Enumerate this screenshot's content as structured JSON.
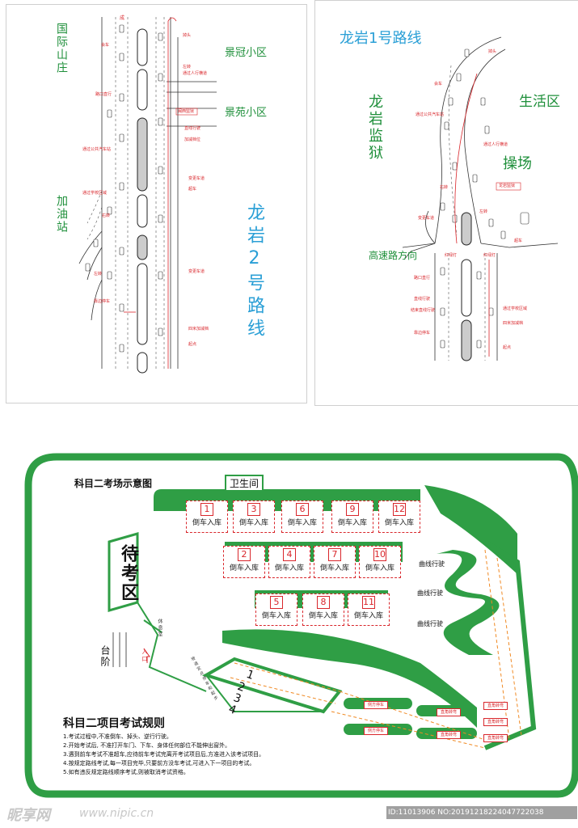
{
  "route2": {
    "labels": {
      "shan_zhuang": "国际山庄",
      "jing_guan": "景冠小区",
      "jing_yuan": "景苑小区",
      "jia_you_zhan": "加油站",
      "title": "龙岩2号路线"
    },
    "red_marks": {
      "cheng": "成",
      "hui_che": "会车",
      "diao_tou": "掉头",
      "zuo_zhuan": "左转",
      "ren_xing": "通过人行横道",
      "lu_kou_zhi_xing": "路口直行",
      "gong_jiao": "通过公共汽车站",
      "xue_xiao": "通过学校区域",
      "you_zhuan": "右转",
      "zhi_xian": "直线行驶",
      "jia_jian": "加减档位",
      "bian_geng": "变更车道",
      "chao_che": "超车",
      "kao_bian": "靠边停车",
      "si_mi": "四米加减档",
      "qi_dian": "起点",
      "jing_xi": "闽西监狱"
    }
  },
  "route1": {
    "labels": {
      "title": "龙岩1号路线",
      "prison": "龙岩监狱",
      "living": "生活区",
      "playground": "操场",
      "highway": "高速路方向"
    },
    "red_marks": {
      "diao_tou": "掉头",
      "hui_che": "会车",
      "gong_jiao": "通过公共汽车站",
      "ren_xing": "通过人行横道",
      "prison_gate": "龙岩监狱",
      "you_zhuan": "右转",
      "zuo_zhuan": "左转",
      "bian_geng": "变更车道",
      "chao_che": "超车",
      "hong_lv_deng_1": "红绿灯",
      "hong_lv_deng_2": "红绿灯",
      "lu_kou_zhi_xing": "路口直行",
      "zhi_xian": "直线行驶",
      "jie_shu": "结束直线行驶",
      "kao_bian": "靠边停车",
      "xue_xiao": "通过学校区域",
      "si_mi": "四米加减档",
      "qi_dian": "起点"
    }
  },
  "exam": {
    "title": "科目二考场示意图",
    "toilet": "卫生间",
    "waiting": "待考区",
    "platform": "台阶",
    "entrance": "入口",
    "rest_room": "休息室",
    "curve_label": "曲线行驶",
    "reverse_label": "倒车入库",
    "bays_row1": [
      "1",
      "3",
      "6",
      "9",
      "12"
    ],
    "bays_row2": [
      "2",
      "4",
      "7",
      "10"
    ],
    "bays_row3": [
      "5",
      "8",
      "11"
    ],
    "slope_numbers": [
      "1",
      "2",
      "3",
      "4"
    ],
    "slope_label": "坡道定点停车和起步",
    "side_park": "侧方停车",
    "right_angle": "直角转弯",
    "rules_title": "科目二项目考试规则",
    "rules": [
      "1.考试过程中,不准倒车、掉头、逆行行驶。",
      "2.开始考试后,   不准打开车门、下车、身体任何部位不能伸出窗外。",
      "3.遇到前车考试不准超车,应待前车考试完离开考试项目后,方准进入该考试项目。",
      "4.按规定路线考试,每一项目完毕,只要前方没车考试,可进入下一项目的考试。",
      "5.如有违反规定路线顺序考试,则被取消考试资格。"
    ]
  },
  "watermark": {
    "logo": "昵享网",
    "url": "www.nipic.cn",
    "id": "ID:11013906 NO:20191218224047722038"
  },
  "colors": {
    "green": "#1e8f3a",
    "light_green": "#2f9e45",
    "blue": "#2a9fd6",
    "red": "#d9262b"
  }
}
